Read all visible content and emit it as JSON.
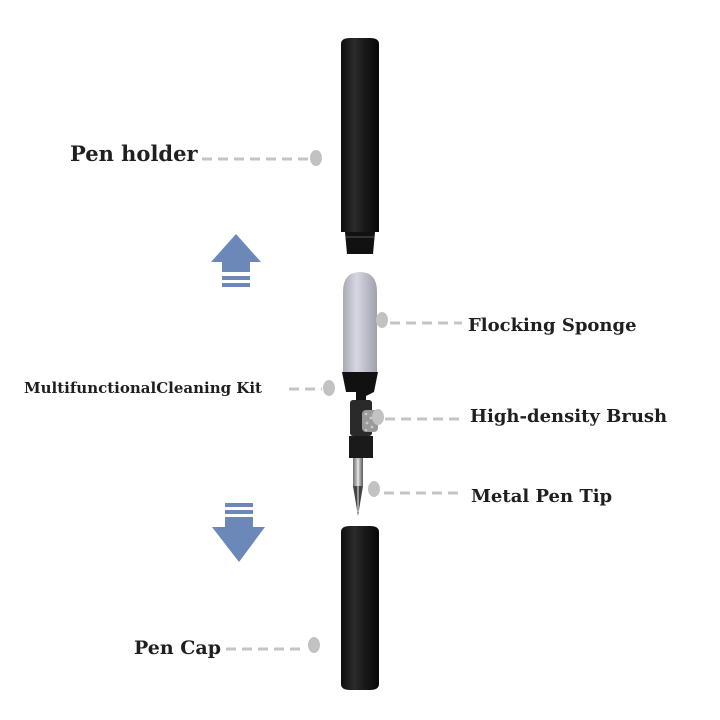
{
  "labels": {
    "pen_holder": "Pen holder",
    "flocking_sponge": "Flocking Sponge",
    "cleaning_kit": "MultifunctionalCleaning Kit",
    "brush": "High-density Brush",
    "metal_tip": "Metal Pen Tip",
    "pen_cap": "Pen Cap"
  },
  "colors": {
    "arrow": "#6c88b8",
    "body": "#1d1d1d",
    "leader": "#c4c4c4",
    "sponge": "#c9cad6"
  }
}
